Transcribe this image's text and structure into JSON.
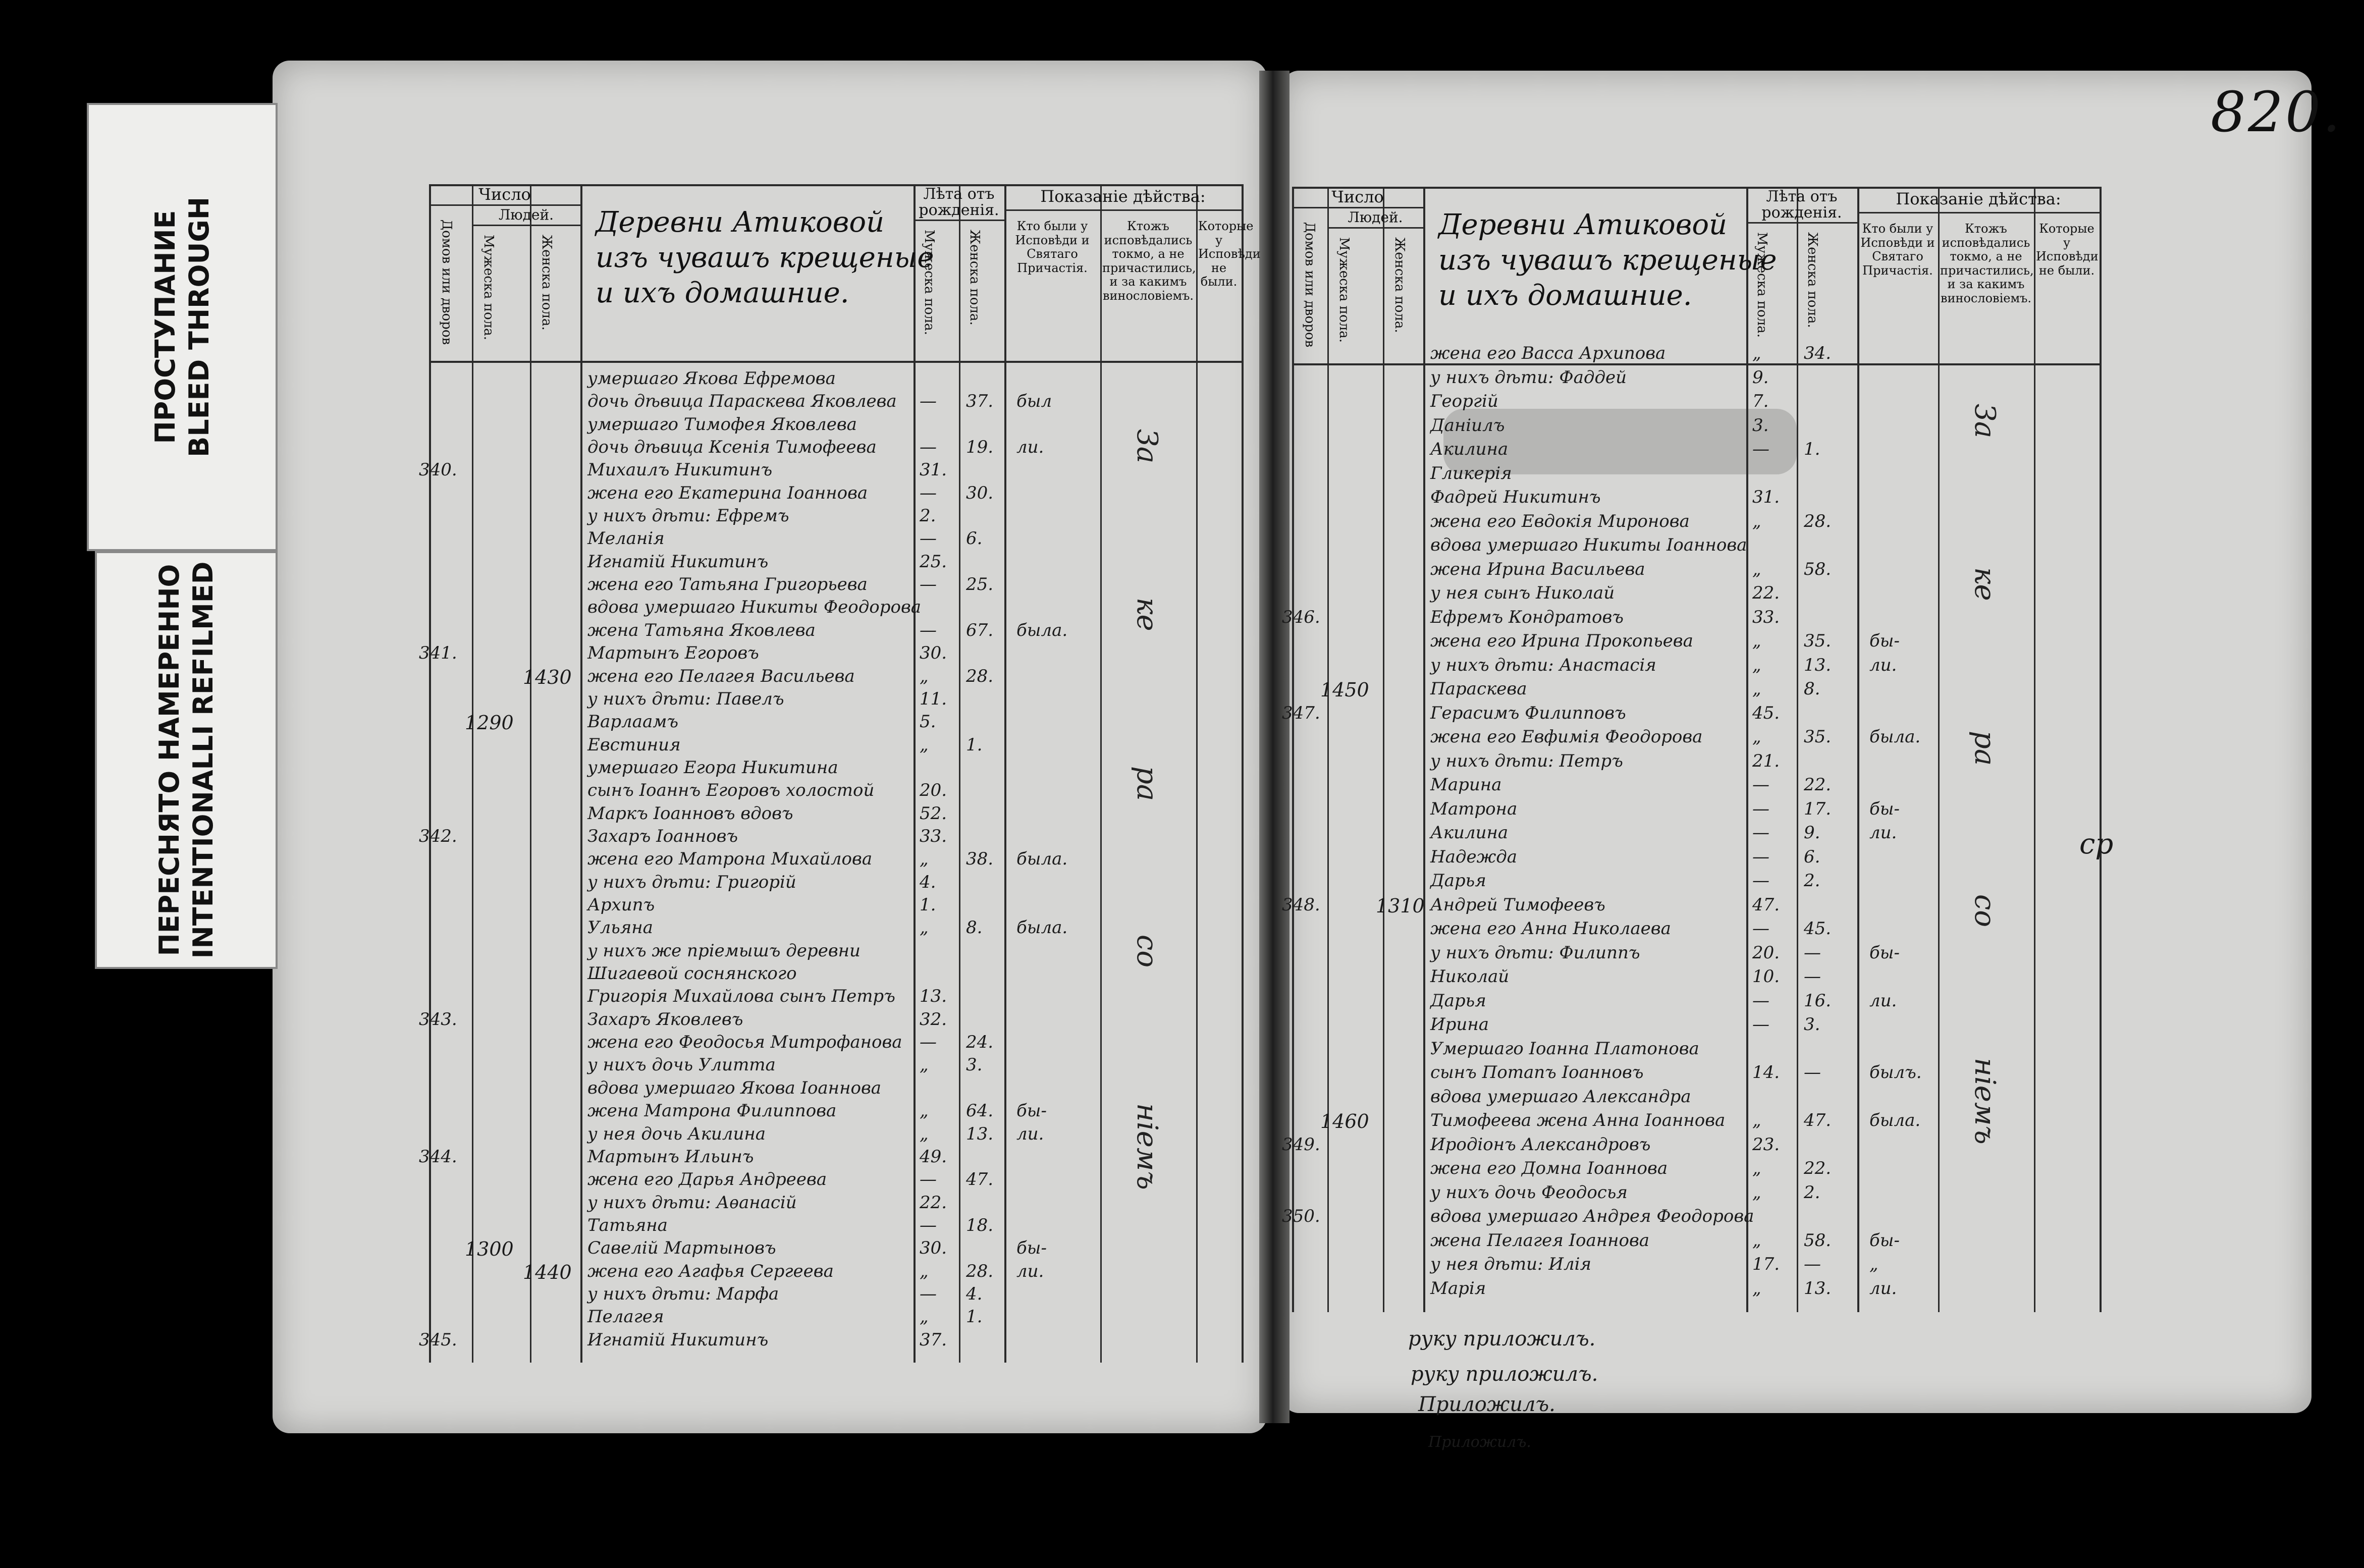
{
  "tabs": {
    "bleed_through": [
      "ПРОСТУПАНИЕ",
      "BLEED THROUGH"
    ],
    "refilmed": [
      "ПЕРЕСНЯТО НАМЕРЕННО",
      "INTENTIONALLI REFILMED"
    ]
  },
  "page_number": "820.",
  "headers": {
    "chislo": "Число",
    "lyudey": "Людей.",
    "domov": "Домов или дворов",
    "muzh_pola": "Мужеска пола.",
    "zhen_pola": "Женска пола.",
    "leta_ot": "Лѣта отъ",
    "rozhdeniya": "рожденія.",
    "pokazanie": "Показаніе дѣйства:",
    "col1": "Кто были у Исповѣди и Святаго Причастія.",
    "col2": "Ктожъ исповѣдались токмо, а не причастились, и за какимъ винословіемъ.",
    "col3": "Которые у Исповѣди не были."
  },
  "left": {
    "title": [
      "Деревни Атиковой",
      "изъ чувашъ крещеные",
      "и ихъ домашние."
    ],
    "rows": [
      {
        "dom": "",
        "text": "умершаго Якова Ефремова",
        "m": "",
        "f": "",
        "mark": ""
      },
      {
        "dom": "",
        "text": "дочь дѣвица Параскева Яковлева",
        "m": "—",
        "f": "37.",
        "mark": "был"
      },
      {
        "dom": "",
        "text": "умершаго Тимофея Яковлева",
        "m": "",
        "f": "",
        "mark": ""
      },
      {
        "dom": "",
        "text": "дочь дѣвица Ксенія Тимофеева",
        "m": "—",
        "f": "19.",
        "mark": "ли."
      },
      {
        "dom": "340.",
        "text": "Михаилъ Никитинъ",
        "m": "31.",
        "f": "",
        "mark": ""
      },
      {
        "dom": "",
        "text": "жена его Екатерина Іоаннова",
        "m": "—",
        "f": "30.",
        "mark": ""
      },
      {
        "dom": "",
        "text": "у нихъ дѣти: Ефремъ",
        "m": "2.",
        "f": "",
        "mark": ""
      },
      {
        "dom": "",
        "text": "Меланія",
        "m": "—",
        "f": "6.",
        "mark": ""
      },
      {
        "dom": "",
        "text": "Игнатій Никитинъ",
        "m": "25.",
        "f": "",
        "mark": ""
      },
      {
        "dom": "",
        "text": "жена его Татьяна Григорьева",
        "m": "—",
        "f": "25.",
        "mark": ""
      },
      {
        "dom": "",
        "text": "вдова умершаго Никиты Феодорова",
        "m": "",
        "f": "",
        "mark": ""
      },
      {
        "dom": "",
        "text": "жена Татьяна Яковлева",
        "m": "—",
        "f": "67.",
        "mark": "была."
      },
      {
        "dom": "341.",
        "text": "Мартынъ Егоровъ",
        "m": "30.",
        "f": "",
        "mark": ""
      },
      {
        "dom": "",
        "text": "жена его Пелагея Васильева",
        "m": "„",
        "f": "28.",
        "mark": ""
      },
      {
        "dom": "",
        "text": "у нихъ дѣти: Павелъ",
        "m": "11.",
        "f": "",
        "mark": ""
      },
      {
        "dom": "",
        "text": "Варлаамъ",
        "m": "5.",
        "f": "",
        "mark": ""
      },
      {
        "dom": "",
        "text": "Евстиния",
        "m": "„",
        "f": "1.",
        "mark": ""
      },
      {
        "dom": "",
        "text": "умершаго Егора Никитина",
        "m": "",
        "f": "",
        "mark": ""
      },
      {
        "dom": "",
        "text": "сынъ Іоаннъ Егоровъ холостой",
        "m": "20.",
        "f": "",
        "mark": ""
      },
      {
        "dom": "",
        "text": "Маркъ Іоанновъ вдовъ",
        "m": "52.",
        "f": "",
        "mark": ""
      },
      {
        "dom": "342.",
        "text": "Захаръ Іоанновъ",
        "m": "33.",
        "f": "",
        "mark": ""
      },
      {
        "dom": "",
        "text": "жена его Матрона Михайлова",
        "m": "„",
        "f": "38.",
        "mark": "была."
      },
      {
        "dom": "",
        "text": "у нихъ дѣти: Григорій",
        "m": "4.",
        "f": "",
        "mark": ""
      },
      {
        "dom": "",
        "text": "Архипъ",
        "m": "1.",
        "f": "",
        "mark": ""
      },
      {
        "dom": "",
        "text": "Ульяна",
        "m": "„",
        "f": "8.",
        "mark": "была."
      },
      {
        "dom": "",
        "text": "у нихъ же пріемышъ деревни",
        "m": "",
        "f": "",
        "mark": ""
      },
      {
        "dom": "",
        "text": "Шигаевой соснянского",
        "m": "",
        "f": "",
        "mark": ""
      },
      {
        "dom": "",
        "text": "Григорія Михайлова сынъ Петръ",
        "m": "13.",
        "f": "",
        "mark": ""
      },
      {
        "dom": "343.",
        "text": "Захаръ Яковлевъ",
        "m": "32.",
        "f": "",
        "mark": ""
      },
      {
        "dom": "",
        "text": "жена его Феодосья Митрофанова",
        "m": "—",
        "f": "24.",
        "mark": ""
      },
      {
        "dom": "",
        "text": "у нихъ дочь Улитта",
        "m": "„",
        "f": "3.",
        "mark": ""
      },
      {
        "dom": "",
        "text": "вдова умершаго Якова Іоаннова",
        "m": "",
        "f": "",
        "mark": ""
      },
      {
        "dom": "",
        "text": "жена Матрона Филиппова",
        "m": "„",
        "f": "64.",
        "mark": "бы-"
      },
      {
        "dom": "",
        "text": "у нея дочь Акилина",
        "m": "„",
        "f": "13.",
        "mark": "ли."
      },
      {
        "dom": "344.",
        "text": "Мартынъ Ильинъ",
        "m": "49.",
        "f": "",
        "mark": ""
      },
      {
        "dom": "",
        "text": "жена его Дарья Андреева",
        "m": "—",
        "f": "47.",
        "mark": ""
      },
      {
        "dom": "",
        "text": "у нихъ дѣти: Аѳанасій",
        "m": "22.",
        "f": "",
        "mark": ""
      },
      {
        "dom": "",
        "text": "Татьяна",
        "m": "—",
        "f": "18.",
        "mark": ""
      },
      {
        "dom": "",
        "text": "Савелій Мартыновъ",
        "m": "30.",
        "f": "",
        "mark": "бы-"
      },
      {
        "dom": "",
        "text": "жена его Агафья Сергеева",
        "m": "„",
        "f": "28.",
        "mark": "ли."
      },
      {
        "dom": "",
        "text": "у нихъ дѣти: Марфа",
        "m": "—",
        "f": "4.",
        "mark": ""
      },
      {
        "dom": "",
        "text": "Пелагея",
        "m": "„",
        "f": "1.",
        "mark": ""
      },
      {
        "dom": "345.",
        "text": "Игнатій Никитинъ",
        "m": "37.",
        "f": "",
        "mark": ""
      }
    ],
    "side_numbers": [
      {
        "label": "1290",
        "row": 15
      },
      {
        "label": "1430",
        "row": 13
      },
      {
        "label": "1300",
        "row": 38
      },
      {
        "label": "1440",
        "row": 39
      }
    ],
    "vertical_notes": [
      "За",
      "ке",
      "ра",
      "со",
      "нiемъ"
    ]
  },
  "right": {
    "title": [
      "Деревни Атиковой",
      "изъ чувашъ крещеные",
      "и ихъ домашние."
    ],
    "rows": [
      {
        "dom": "",
        "text": "жена его Васса Архипова",
        "m": "„",
        "f": "34.",
        "mark": ""
      },
      {
        "dom": "",
        "text": "у нихъ дѣти: Фаддей",
        "m": "9.",
        "f": "",
        "mark": ""
      },
      {
        "dom": "",
        "text": "Георгій",
        "m": "7.",
        "f": "",
        "mark": ""
      },
      {
        "dom": "",
        "text": "Даніилъ",
        "m": "3.",
        "f": "",
        "mark": ""
      },
      {
        "dom": "",
        "text": "Акилина",
        "m": "—",
        "f": "1.",
        "mark": ""
      },
      {
        "dom": "",
        "text": "Гликерія",
        "m": "",
        "f": "",
        "mark": ""
      },
      {
        "dom": "",
        "text": "Фадрей Никитинъ",
        "m": "31.",
        "f": "",
        "mark": ""
      },
      {
        "dom": "",
        "text": "жена его Евдокія Миронова",
        "m": "„",
        "f": "28.",
        "mark": ""
      },
      {
        "dom": "",
        "text": "вдова умершаго Никиты Іоаннова",
        "m": "",
        "f": "",
        "mark": ""
      },
      {
        "dom": "",
        "text": "жена Ирина Васильева",
        "m": "„",
        "f": "58.",
        "mark": ""
      },
      {
        "dom": "",
        "text": "у нея сынъ Николай",
        "m": "22.",
        "f": "",
        "mark": ""
      },
      {
        "dom": "346.",
        "text": "Ефремъ Кондратовъ",
        "m": "33.",
        "f": "",
        "mark": ""
      },
      {
        "dom": "",
        "text": "жена его Ирина Прокопьева",
        "m": "„",
        "f": "35.",
        "mark": "бы-"
      },
      {
        "dom": "",
        "text": "у нихъ дѣти: Анастасія",
        "m": "„",
        "f": "13.",
        "mark": "ли."
      },
      {
        "dom": "",
        "text": "Параскева",
        "m": "„",
        "f": "8.",
        "mark": ""
      },
      {
        "dom": "347.",
        "text": "Герасимъ Филипповъ",
        "m": "45.",
        "f": "",
        "mark": ""
      },
      {
        "dom": "",
        "text": "жена его Евфимія Феодорова",
        "m": "„",
        "f": "35.",
        "mark": "была."
      },
      {
        "dom": "",
        "text": "у нихъ дѣти: Петръ",
        "m": "21.",
        "f": "",
        "mark": ""
      },
      {
        "dom": "",
        "text": "Марина",
        "m": "—",
        "f": "22.",
        "mark": ""
      },
      {
        "dom": "",
        "text": "Матрона",
        "m": "—",
        "f": "17.",
        "mark": "бы-"
      },
      {
        "dom": "",
        "text": "Акилина",
        "m": "—",
        "f": "9.",
        "mark": "ли."
      },
      {
        "dom": "",
        "text": "Надежда",
        "m": "—",
        "f": "6.",
        "mark": ""
      },
      {
        "dom": "",
        "text": "Дарья",
        "m": "—",
        "f": "2.",
        "mark": ""
      },
      {
        "dom": "348.",
        "text": "Андрей Тимофеевъ",
        "m": "47.",
        "f": "",
        "mark": ""
      },
      {
        "dom": "",
        "text": "жена его Анна Николаева",
        "m": "—",
        "f": "45.",
        "mark": ""
      },
      {
        "dom": "",
        "text": "у нихъ дѣти: Филиппъ",
        "m": "20.",
        "f": "—",
        "mark": "бы-"
      },
      {
        "dom": "",
        "text": "Николай",
        "m": "10.",
        "f": "—",
        "mark": ""
      },
      {
        "dom": "",
        "text": "Дарья",
        "m": "—",
        "f": "16.",
        "mark": "ли."
      },
      {
        "dom": "",
        "text": "Ирина",
        "m": "—",
        "f": "3.",
        "mark": ""
      },
      {
        "dom": "",
        "text": "Умершаго Іоанна Платонова",
        "m": "",
        "f": "",
        "mark": ""
      },
      {
        "dom": "",
        "text": "сынъ Потапъ Іоанновъ",
        "m": "14.",
        "f": "—",
        "mark": "былъ."
      },
      {
        "dom": "",
        "text": "вдова умершаго Александра",
        "m": "",
        "f": "",
        "mark": ""
      },
      {
        "dom": "",
        "text": "Тимофеева жена Анна Іоаннова",
        "m": "„",
        "f": "47.",
        "mark": "была."
      },
      {
        "dom": "349.",
        "text": "Иродіонъ Александровъ",
        "m": "23.",
        "f": "",
        "mark": ""
      },
      {
        "dom": "",
        "text": "жена его Домна Іоаннова",
        "m": "„",
        "f": "22.",
        "mark": ""
      },
      {
        "dom": "",
        "text": "у нихъ дочь Феодосья",
        "m": "„",
        "f": "2.",
        "mark": ""
      },
      {
        "dom": "350.",
        "text": "вдова умершаго Андрея Феодорова",
        "m": "",
        "f": "",
        "mark": ""
      },
      {
        "dom": "",
        "text": "жена Пелагея Іоаннова",
        "m": "„",
        "f": "58.",
        "mark": "бы-"
      },
      {
        "dom": "",
        "text": "у нея дѣти: Илія",
        "m": "17.",
        "f": "—",
        "mark": "„"
      },
      {
        "dom": "",
        "text": "Марія",
        "m": "„",
        "f": "13.",
        "mark": "ли."
      }
    ],
    "side_numbers": [
      {
        "label": "1450",
        "row": 14
      },
      {
        "label": "1310",
        "row": 23
      },
      {
        "label": "1460",
        "row": 32
      }
    ],
    "vertical_notes": [
      "За",
      "ке",
      "ра",
      "со",
      "нiемъ"
    ],
    "margin_note": "ср"
  },
  "signatures": [
    "руку приложилъ.",
    "руку приложилъ.",
    "Приложилъ.",
    "Приложилъ."
  ]
}
